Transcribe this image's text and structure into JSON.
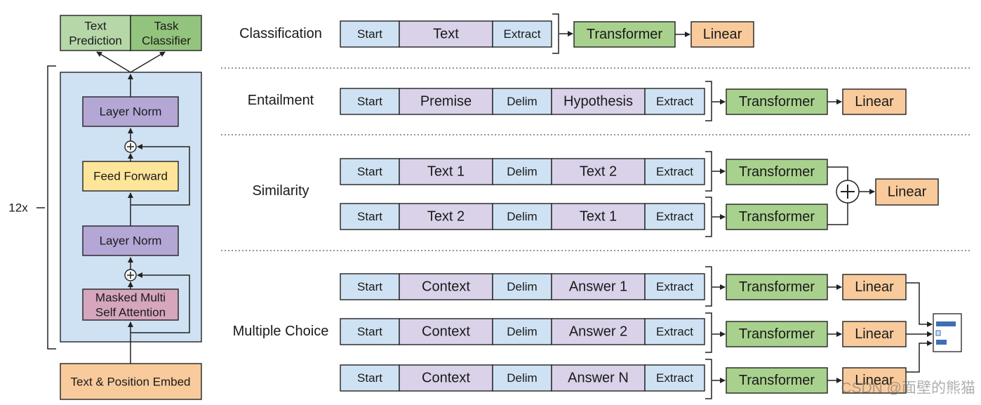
{
  "block": {
    "text_prediction": [
      "Text",
      "Prediction"
    ],
    "task_classifier": [
      "Task",
      "Classifier"
    ],
    "repeat": "12x",
    "layer_norm_top": "Layer Norm",
    "feed_forward": "Feed Forward",
    "layer_norm_bottom": "Layer Norm",
    "attention": [
      "Masked Multi",
      "Self Attention"
    ],
    "embed": "Text & Position Embed"
  },
  "tasks": {
    "classification": {
      "label": "Classification",
      "rows": [
        [
          "Start",
          "Text",
          "Extract"
        ]
      ],
      "transformer": "Transformer",
      "linear": "Linear"
    },
    "entailment": {
      "label": "Entailment",
      "rows": [
        [
          "Start",
          "Premise",
          "Delim",
          "Hypothesis",
          "Extract"
        ]
      ],
      "transformer": "Transformer",
      "linear": "Linear"
    },
    "similarity": {
      "label": "Similarity",
      "rows": [
        [
          "Start",
          "Text 1",
          "Delim",
          "Text 2",
          "Extract"
        ],
        [
          "Start",
          "Text 2",
          "Delim",
          "Text 1",
          "Extract"
        ]
      ],
      "transformers": [
        "Transformer",
        "Transformer"
      ],
      "linear": "Linear"
    },
    "multiple_choice": {
      "label": "Multiple Choice",
      "rows": [
        [
          "Start",
          "Context",
          "Delim",
          "Answer 1",
          "Extract"
        ],
        [
          "Start",
          "Context",
          "Delim",
          "Answer 2",
          "Extract"
        ],
        [
          "Start",
          "Context",
          "Delim",
          "Answer N",
          "Extract"
        ]
      ],
      "transformers": [
        "Transformer",
        "Transformer",
        "Transformer"
      ],
      "linears": [
        "Linear",
        "Linear",
        "Linear"
      ]
    }
  },
  "icons": [
    "plus-circle-icon",
    "softmax-icon"
  ],
  "colors": {
    "token_boundary": "#cfe2f3",
    "token_text": "#d9d2e9",
    "transformer": "#a9d18e",
    "linear": "#f9cb9c",
    "block": "#cfe2f3",
    "layer_norm": "#b4a7d6",
    "feed_forward": "#ffe599",
    "attention": "#d5a6bd",
    "embed": "#f9cb9c",
    "text_prediction": "#b6d7a8",
    "task_classifier": "#93c47d",
    "softmax_bar": "#3d6fb4"
  },
  "watermark": "CSDN @面壁的熊猫"
}
